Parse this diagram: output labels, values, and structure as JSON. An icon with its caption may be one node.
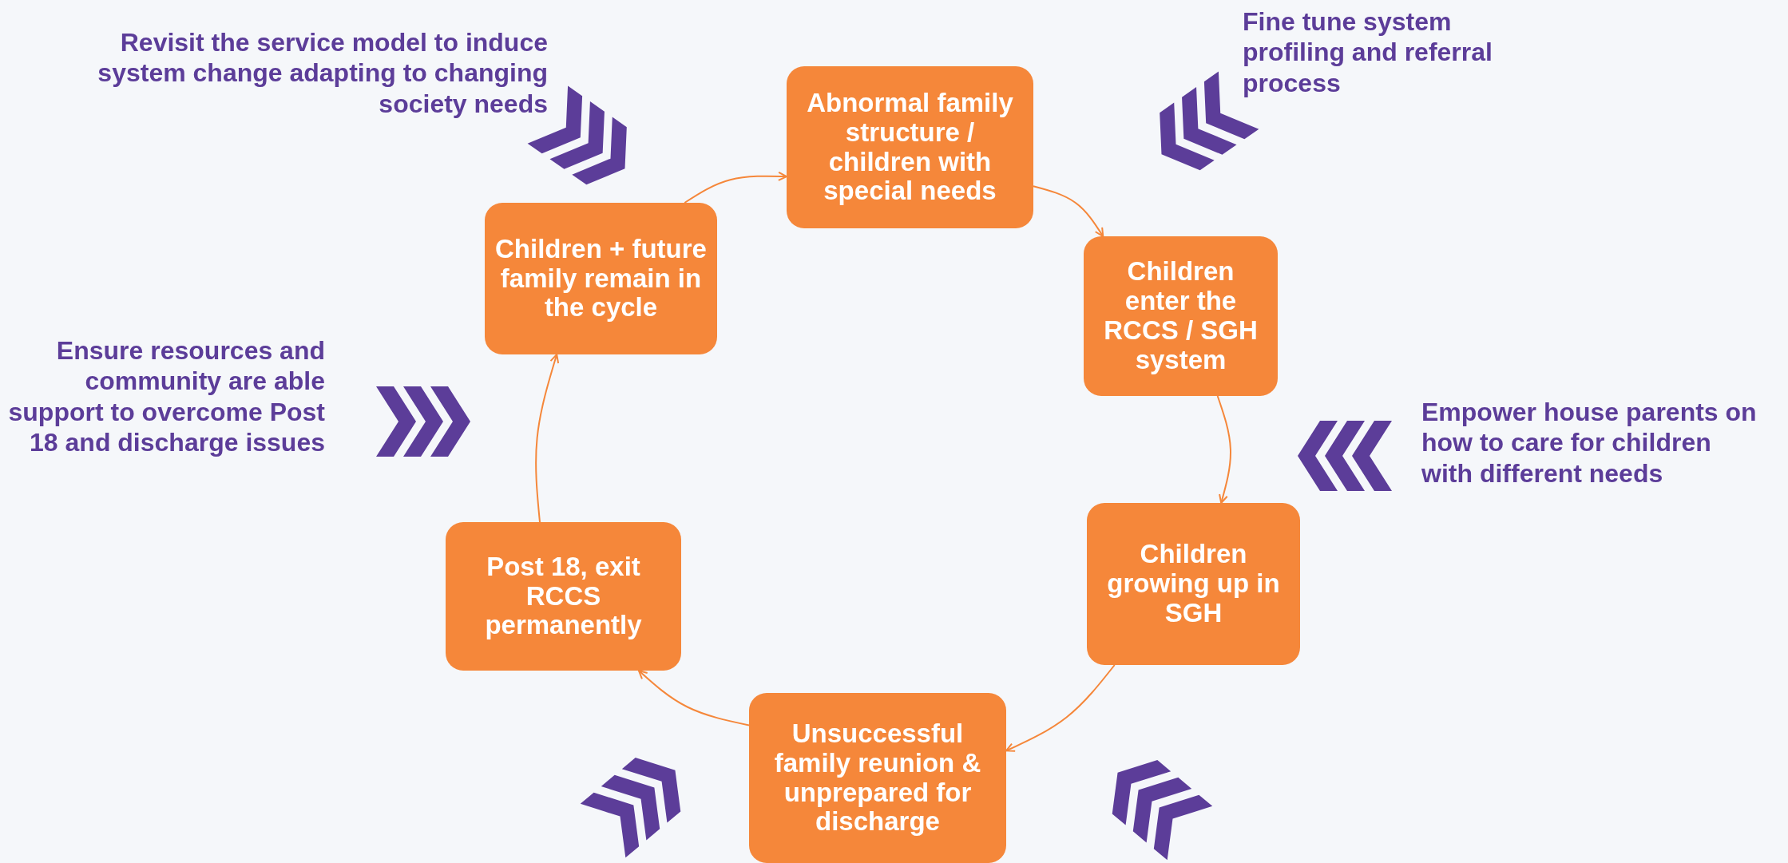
{
  "diagram": {
    "nodes": [
      {
        "text": [
          "Abnormal family structure / children with special needs"
        ]
      },
      {
        "text": [
          "Children enter the RCCS / SGH system"
        ]
      },
      {
        "text": [
          "Children growing up in SGH"
        ]
      },
      {
        "text": [
          "Unsuccessful family reunion & unprepared for discharge"
        ]
      },
      {
        "text": [
          "Post 18, exit RCCS permanently"
        ]
      },
      {
        "text": [
          "Children + future family remain in the cycle"
        ]
      }
    ],
    "edges": [
      {
        "from": 5,
        "to": 0,
        "arrow": "to"
      },
      {
        "from": 0,
        "to": 1,
        "arrow": "to"
      },
      {
        "from": 1,
        "to": 2,
        "arrow": "to"
      },
      {
        "from": 2,
        "to": 3,
        "arrow": "to"
      },
      {
        "from": 3,
        "to": 4,
        "arrow": "to"
      },
      {
        "from": 4,
        "to": 5,
        "arrow": "to"
      }
    ],
    "labels": [
      "Fine tune system profiling and referral process",
      "Revisit the service model to induce system change adapting to changing society needs",
      "Ensure resources and community are able support to overcome Post 18 and discharge issues",
      "Empower house parents on how to care for children with different needs"
    ]
  }
}
